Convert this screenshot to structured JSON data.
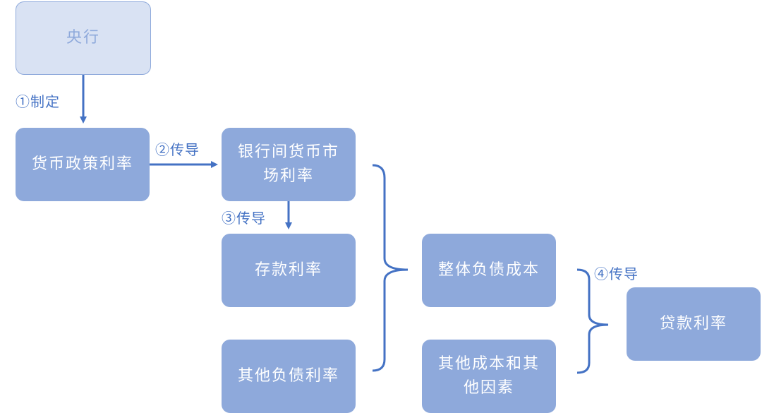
{
  "nodes": {
    "central_bank": "央行",
    "policy_rate": "货币政策利率",
    "interbank_rate": "银行间货币市场利率",
    "deposit_rate": "存款利率",
    "other_liability_rate": "其他负债利率",
    "overall_liability_cost": "整体负债成本",
    "other_costs": "其他成本和其他因素",
    "loan_rate": "贷款利率"
  },
  "edges": {
    "step1": "①制定",
    "step2": "②传导",
    "step3": "③传导",
    "step4": "④传导"
  },
  "colors": {
    "node_fill": "#8EA9DB",
    "central_fill": "#D9E2F3",
    "arrow": "#4472C4",
    "label": "#4472C4"
  }
}
